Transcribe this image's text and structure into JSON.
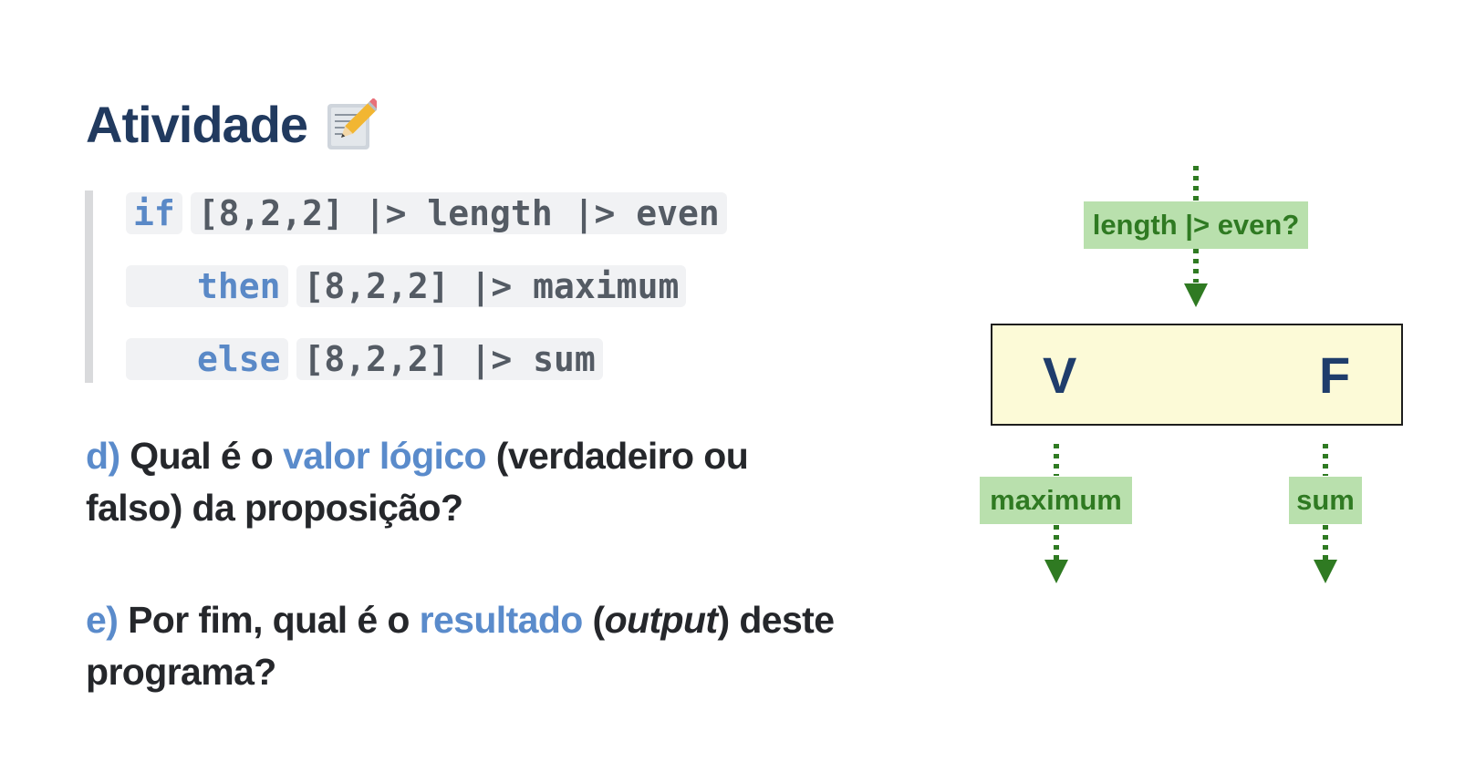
{
  "title": "Atividade",
  "icons": {
    "title_icon": "memo-pencil-icon",
    "arrow": "dotted-arrow-down-icon"
  },
  "code": {
    "if_kw": "if",
    "if_expr": "[8,2,2] |> length |> even",
    "then_kw": "then",
    "then_expr": "[8,2,2] |> maximum",
    "else_kw": "else",
    "else_expr": "[8,2,2] |> sum"
  },
  "question_d": {
    "label": "d)",
    "text_1": "Qual é o",
    "highlight": "valor lógico",
    "text_2": "(verdadeiro ou falso) da proposição?"
  },
  "question_e": {
    "label": "e)",
    "text_1": "Por fim, qual é o",
    "highlight": "resultado",
    "paren_open": "(",
    "italic": "output",
    "text_2": ") deste programa?"
  },
  "diagram": {
    "condition": "length |> even?",
    "true_letter": "V",
    "false_letter": "F",
    "true_branch": "maximum",
    "false_branch": "sum"
  },
  "colors": {
    "title": "#213a5f",
    "keyword": "#5a89c7",
    "highlight": "#5a8bcb",
    "green_label_bg": "#b9e0ad",
    "green_text": "#2f7a22",
    "box_fill": "#fcfad7",
    "letter": "#1f3d6b"
  }
}
